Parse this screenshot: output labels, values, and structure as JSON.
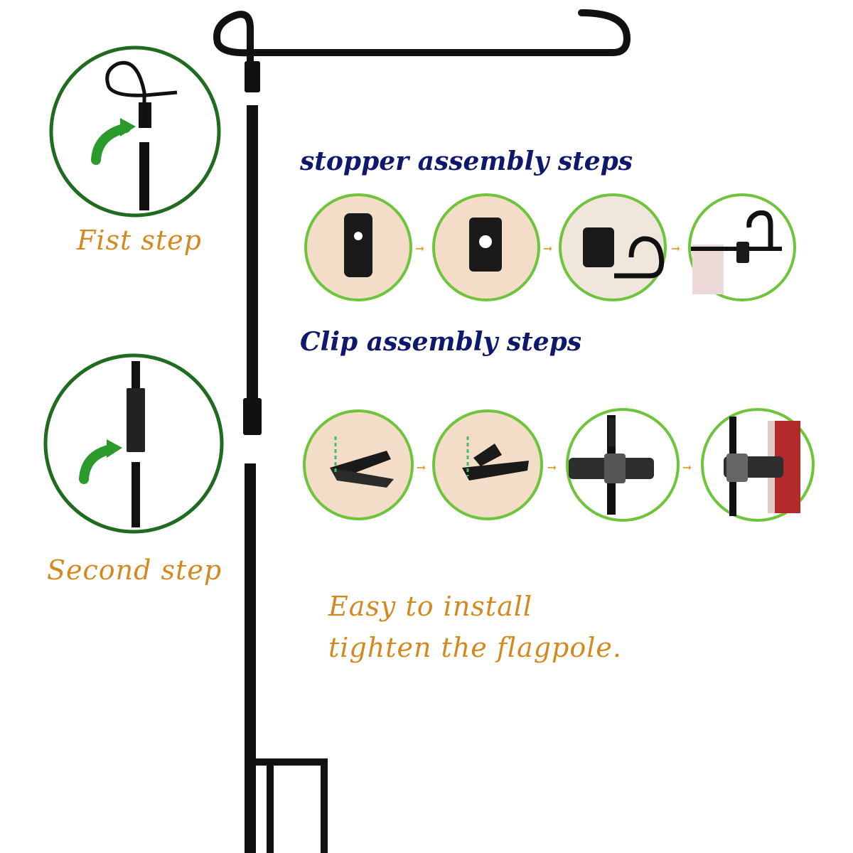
{
  "captions": {
    "first_step": "Fist step",
    "second_step": "Second step",
    "stopper_title": "stopper assembly steps",
    "clip_title": "Clip assembly steps",
    "install_line1": "Easy to install",
    "install_line2": "tighten the flagpole."
  },
  "colors": {
    "big_circle": "#1f6b1f",
    "small_circle": "#6ec43a",
    "orange_text": "#d4891f",
    "blue_text": "#10186e",
    "green_arrow": "#2a9a2a",
    "pole": "#111111"
  },
  "icons": {
    "step_arrow": "curved-arrow-icon",
    "flow_arrow": "arrow-right-icon"
  }
}
